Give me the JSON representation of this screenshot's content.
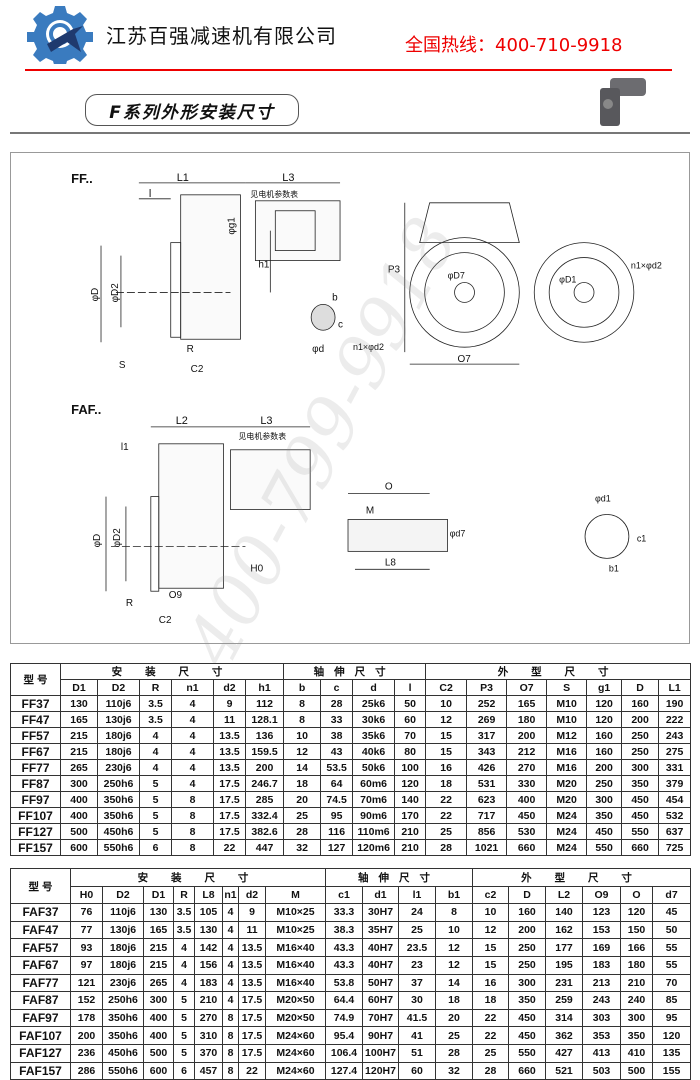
{
  "header": {
    "company": "江苏百强减速机有限公司",
    "hotline": "全国热线：400-710-9918",
    "section_title": "F系列外形安装尺寸"
  },
  "colors": {
    "accent_red": "#ee0000",
    "logo_blue": "#3a7bbf",
    "logo_navy": "#1f3a6e"
  },
  "watermark": "400-799-9918",
  "drawing": {
    "ff": {
      "label": "FF..",
      "L1": "L1",
      "L3": "L3",
      "motor_note": "见电机参数表",
      "l": "l",
      "g1": "φg1",
      "h1": "h1",
      "D": "φD",
      "D2": "φD2",
      "S": "S",
      "R": "R",
      "C2": "C2",
      "b": "b",
      "c": "c",
      "d": "φd",
      "P3": "P3",
      "D7": "φD7",
      "n1d2_left": "n1×φd2",
      "O7": "O7",
      "D1": "φD1",
      "n1d2_right": "n1×φd2"
    },
    "faf": {
      "label": "FAF..",
      "L2": "L2",
      "L3": "L3",
      "motor_note": "见电机参数表",
      "l1": "l1",
      "D": "φD",
      "D2": "φD2",
      "H0": "H0",
      "O9": "O9",
      "R": "R",
      "C2": "C2",
      "O": "O",
      "M": "M",
      "d7": "φd7",
      "L8": "L8",
      "d1": "φd1",
      "c1": "c1",
      "b1": "b1"
    }
  },
  "table_ff": {
    "model_header": "型 号",
    "groups": [
      "安 装 尺 寸",
      "轴伸尺寸",
      "外 型 尺 寸"
    ],
    "columns": [
      "D1",
      "D2",
      "R",
      "n1",
      "d2",
      "h1",
      "b",
      "c",
      "d",
      "l",
      "C2",
      "P3",
      "O7",
      "S",
      "g1",
      "D",
      "L1"
    ],
    "rows": [
      [
        "FF37",
        "130",
        "110j6",
        "3.5",
        "4",
        "9",
        "112",
        "8",
        "28",
        "25k6",
        "50",
        "10",
        "252",
        "165",
        "M10",
        "120",
        "160",
        "190"
      ],
      [
        "FF47",
        "165",
        "130j6",
        "3.5",
        "4",
        "11",
        "128.1",
        "8",
        "33",
        "30k6",
        "60",
        "12",
        "269",
        "180",
        "M10",
        "120",
        "200",
        "222"
      ],
      [
        "FF57",
        "215",
        "180j6",
        "4",
        "4",
        "13.5",
        "136",
        "10",
        "38",
        "35k6",
        "70",
        "15",
        "317",
        "200",
        "M12",
        "160",
        "250",
        "243"
      ],
      [
        "FF67",
        "215",
        "180j6",
        "4",
        "4",
        "13.5",
        "159.5",
        "12",
        "43",
        "40k6",
        "80",
        "15",
        "343",
        "212",
        "M16",
        "160",
        "250",
        "275"
      ],
      [
        "FF77",
        "265",
        "230j6",
        "4",
        "4",
        "13.5",
        "200",
        "14",
        "53.5",
        "50k6",
        "100",
        "16",
        "426",
        "270",
        "M16",
        "200",
        "300",
        "331"
      ],
      [
        "FF87",
        "300",
        "250h6",
        "5",
        "4",
        "17.5",
        "246.7",
        "18",
        "64",
        "60m6",
        "120",
        "18",
        "531",
        "330",
        "M20",
        "250",
        "350",
        "379"
      ],
      [
        "FF97",
        "400",
        "350h6",
        "5",
        "8",
        "17.5",
        "285",
        "20",
        "74.5",
        "70m6",
        "140",
        "22",
        "623",
        "400",
        "M20",
        "300",
        "450",
        "454"
      ],
      [
        "FF107",
        "400",
        "350h6",
        "5",
        "8",
        "17.5",
        "332.4",
        "25",
        "95",
        "90m6",
        "170",
        "22",
        "717",
        "450",
        "M24",
        "350",
        "450",
        "532"
      ],
      [
        "FF127",
        "500",
        "450h6",
        "5",
        "8",
        "17.5",
        "382.6",
        "28",
        "116",
        "110m6",
        "210",
        "25",
        "856",
        "530",
        "M24",
        "450",
        "550",
        "637"
      ],
      [
        "FF157",
        "600",
        "550h6",
        "6",
        "8",
        "22",
        "447",
        "32",
        "127",
        "120m6",
        "210",
        "28",
        "1021",
        "660",
        "M24",
        "550",
        "660",
        "725"
      ]
    ]
  },
  "table_faf": {
    "model_header": "型 号",
    "groups": [
      "安 装 尺 寸",
      "轴伸尺寸",
      "外 型 尺 寸"
    ],
    "columns": [
      "H0",
      "D2",
      "D1",
      "R",
      "L8",
      "n1",
      "d2",
      "M",
      "c1",
      "d1",
      "l1",
      "b1",
      "c2",
      "D",
      "L2",
      "O9",
      "O",
      "d7"
    ],
    "rows": [
      [
        "FAF37",
        "76",
        "110j6",
        "130",
        "3.5",
        "105",
        "4",
        "9",
        "M10×25",
        "33.3",
        "30H7",
        "24",
        "8",
        "10",
        "160",
        "140",
        "123",
        "120",
        "45"
      ],
      [
        "FAF47",
        "77",
        "130j6",
        "165",
        "3.5",
        "130",
        "4",
        "11",
        "M10×25",
        "38.3",
        "35H7",
        "25",
        "10",
        "12",
        "200",
        "162",
        "153",
        "150",
        "50"
      ],
      [
        "FAF57",
        "93",
        "180j6",
        "215",
        "4",
        "142",
        "4",
        "13.5",
        "M16×40",
        "43.3",
        "40H7",
        "23.5",
        "12",
        "15",
        "250",
        "177",
        "169",
        "166",
        "55"
      ],
      [
        "FAF67",
        "97",
        "180j6",
        "215",
        "4",
        "156",
        "4",
        "13.5",
        "M16×40",
        "43.3",
        "40H7",
        "23",
        "12",
        "15",
        "250",
        "195",
        "183",
        "180",
        "55"
      ],
      [
        "FAF77",
        "121",
        "230j6",
        "265",
        "4",
        "183",
        "4",
        "13.5",
        "M16×40",
        "53.8",
        "50H7",
        "37",
        "14",
        "16",
        "300",
        "231",
        "213",
        "210",
        "70"
      ],
      [
        "FAF87",
        "152",
        "250h6",
        "300",
        "5",
        "210",
        "4",
        "17.5",
        "M20×50",
        "64.4",
        "60H7",
        "30",
        "18",
        "18",
        "350",
        "259",
        "243",
        "240",
        "85"
      ],
      [
        "FAF97",
        "178",
        "350h6",
        "400",
        "5",
        "270",
        "8",
        "17.5",
        "M20×50",
        "74.9",
        "70H7",
        "41.5",
        "20",
        "22",
        "450",
        "314",
        "303",
        "300",
        "95"
      ],
      [
        "FAF107",
        "200",
        "350h6",
        "400",
        "5",
        "310",
        "8",
        "17.5",
        "M24×60",
        "95.4",
        "90H7",
        "41",
        "25",
        "22",
        "450",
        "362",
        "353",
        "350",
        "120"
      ],
      [
        "FAF127",
        "236",
        "450h6",
        "500",
        "5",
        "370",
        "8",
        "17.5",
        "M24×60",
        "106.4",
        "100H7",
        "51",
        "28",
        "25",
        "550",
        "427",
        "413",
        "410",
        "135"
      ],
      [
        "FAF157",
        "286",
        "550h6",
        "600",
        "6",
        "457",
        "8",
        "22",
        "M24×60",
        "127.4",
        "120H7",
        "60",
        "32",
        "28",
        "660",
        "521",
        "503",
        "500",
        "155"
      ]
    ]
  }
}
